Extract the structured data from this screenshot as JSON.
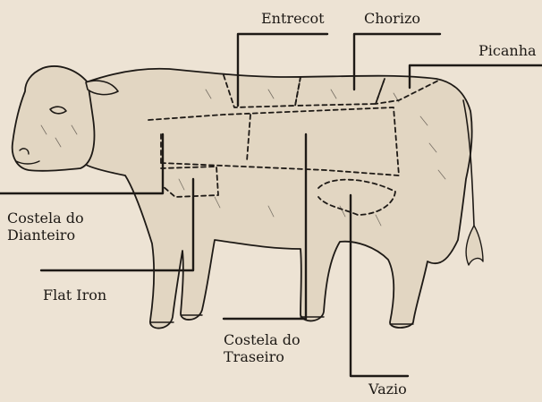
{
  "diagram": {
    "colors": {
      "background": "#ede3d4",
      "ink": "#1e1a16",
      "hide": "#e2d6c2"
    },
    "labels": {
      "entrecot": "Entrecot",
      "chorizo": "Chorizo",
      "picanha": "Picanha",
      "costela_dianteiro": {
        "line1": "Costela do",
        "line2": "Dianteiro"
      },
      "flat_iron": "Flat Iron",
      "costela_traseiro": {
        "line1": "Costela do",
        "line2": "Traseiro"
      },
      "vazio": "Vazio"
    }
  }
}
